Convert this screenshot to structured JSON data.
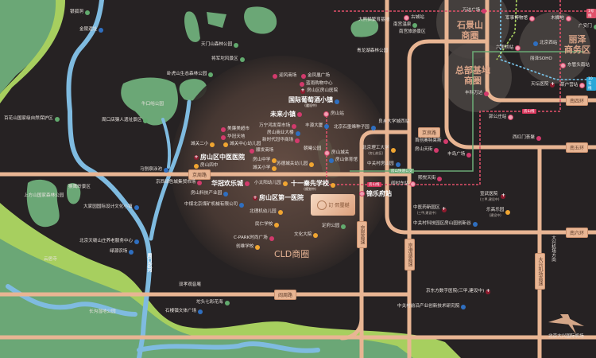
{
  "map": {
    "colors": {
      "background": "#262223",
      "road": "#e8b593",
      "river": "#7fbbe0",
      "green": "#6ba776",
      "light_green": "#a7cf5f",
      "metro_red": "#e0506a",
      "metro_green": "#6aa874",
      "metro_blue": "#79c3e8"
    },
    "zones": [
      {
        "name": "CLD商圈"
      },
      {
        "name": "石景山\n商圈"
      },
      {
        "name": "总部基地\n商圈"
      },
      {
        "name": "丽泽\n商务区"
      }
    ],
    "roads": [
      "京周路",
      "京良路",
      "阎周路",
      "南四环",
      "南五环",
      "南六环",
      "京昆高速",
      "京港澳高速",
      "大兴机场高速"
    ],
    "metro_tags": [
      "1号线",
      "房山线",
      "房山线",
      "房山快速公交",
      "10号线"
    ],
    "river": "周口店河",
    "direction": "大兴机场方向",
    "project_logo": "訂·熙璽樾",
    "pois": [
      {
        "text": "银狐洞",
        "icon": "park"
      },
      {
        "text": "金陵遗址",
        "icon": "office"
      },
      {
        "text": "天门山森林公园",
        "icon": "park"
      },
      {
        "text": "将军坨风景区",
        "icon": "park"
      },
      {
        "text": "卧虎山生态森林公园",
        "icon": "park"
      },
      {
        "text": "周口店猿人遗址景区",
        "icon": "park"
      },
      {
        "text": "牛口峪公园",
        "icon": ""
      },
      {
        "text": "百花山国家级自然保护区",
        "icon": "park"
      },
      {
        "text": "美廉美超市",
        "icon": "shop"
      },
      {
        "text": "华冠天地",
        "icon": "shop"
      },
      {
        "text": "城关二小",
        "icon": "school"
      },
      {
        "text": "城关中心幼儿园",
        "icon": "school"
      },
      {
        "text": "顺发商场",
        "icon": "shop"
      },
      {
        "text": "房山区中医医院",
        "icon": "hospital",
        "bold": true
      },
      {
        "text": "房山中学",
        "icon": "school"
      },
      {
        "text": "房山四中",
        "icon": "school"
      },
      {
        "text": "城关小学",
        "icon": "school"
      },
      {
        "text": "马刨泉泳池",
        "icon": "office"
      },
      {
        "text": "迎风商场",
        "icon": "shop"
      },
      {
        "text": "金凤凰广场",
        "icon": "shop"
      },
      {
        "text": "蓝雨购物中心",
        "icon": "shop"
      },
      {
        "text": "房山区房山医院",
        "icon": "hospital"
      },
      {
        "text": "国际葡萄酒小镇",
        "icon": "office",
        "bold": true,
        "sub": "(建设中)"
      },
      {
        "text": "未来小镇",
        "icon": "shop",
        "bold": true
      },
      {
        "text": "房山站",
        "icon": "metro"
      },
      {
        "text": "万宁鸿发菜市场",
        "icon": "shop"
      },
      {
        "text": "房山商业大楼",
        "icon": "office"
      },
      {
        "text": "新时代冠华商场",
        "icon": "shop"
      },
      {
        "text": "丰源大厦",
        "icon": "office"
      },
      {
        "text": "北京石墨烯种子园",
        "icon": "office"
      },
      {
        "text": "朝曦公园",
        "icon": ""
      },
      {
        "text": "房山城关",
        "icon": "metro"
      },
      {
        "text": "房山体育馆",
        "icon": "office"
      },
      {
        "text": "苏德城关幼儿园",
        "icon": "school"
      },
      {
        "text": "北京理工大学",
        "icon": "school",
        "sub": "(房山校区)"
      },
      {
        "text": "中关村房山园",
        "icon": "office"
      },
      {
        "text": "华冠欢乐城",
        "icon": "shop",
        "bold": true
      },
      {
        "text": "小太阳幼儿园",
        "icon": "school"
      },
      {
        "text": "十一秦先学校",
        "icon": "school",
        "bold": true,
        "sub": "(规划中)"
      },
      {
        "text": "锦乐府站",
        "icon": "metro",
        "bold": true
      },
      {
        "text": "房山科技产业园",
        "icon": "office"
      },
      {
        "text": "房山区第一医院",
        "icon": "hospital",
        "bold": true
      },
      {
        "text": "中煤北京煤矿机械有限公司",
        "icon": "office"
      },
      {
        "text": "北理机幼儿园",
        "icon": "school"
      },
      {
        "text": "民仁学校",
        "icon": "school"
      },
      {
        "text": "定府公园",
        "icon": "park"
      },
      {
        "text": "文化大院",
        "icon": "school"
      },
      {
        "text": "C-PARK时尚广场",
        "icon": "shop"
      },
      {
        "text": "创维学校",
        "icon": "school"
      },
      {
        "text": "大熊猫繁育基地",
        "icon": ""
      },
      {
        "text": "青龙湖森林公园",
        "icon": ""
      },
      {
        "text": "南宫温泉",
        "icon": "park"
      },
      {
        "text": "南宫旅游景区",
        "icon": ""
      },
      {
        "text": "古城站",
        "icon": "metro"
      },
      {
        "text": "万达广场",
        "icon": "shop"
      },
      {
        "text": "丰科万达",
        "icon": "shop"
      },
      {
        "text": "北京西站",
        "icon": "office"
      },
      {
        "text": "丽泽SOHO",
        "icon": ""
      },
      {
        "text": "东管头南站",
        "icon": "metro"
      },
      {
        "text": "六里桥站",
        "icon": "metro"
      },
      {
        "text": "军事博物馆",
        "icon": "metro"
      },
      {
        "text": "木樨地",
        "icon": "metro"
      },
      {
        "text": "广安门",
        "icon": "park"
      },
      {
        "text": "天坛医院",
        "icon": "hospital"
      },
      {
        "text": "菜户营站",
        "icon": "metro"
      },
      {
        "text": "郭公庄站",
        "icon": "metro"
      },
      {
        "text": "西红门荟聚",
        "icon": "shop"
      },
      {
        "text": "首创奥特莱斯",
        "icon": "shop"
      },
      {
        "text": "房山天街",
        "icon": "shop"
      },
      {
        "text": "丰岛广场",
        "icon": "shop"
      },
      {
        "text": "熙悦天街",
        "icon": "shop"
      },
      {
        "text": "良乡大学城西站",
        "icon": ""
      },
      {
        "text": "阎村东站",
        "icon": "metro"
      },
      {
        "text": "中医药新园区",
        "icon": "hospital",
        "sub": "(三甲,建设中)"
      },
      {
        "text": "宣武医院",
        "icon": "hospital",
        "sub": "(三甲,建设中)"
      },
      {
        "text": "中关村科技园区房山园创新谷",
        "icon": "office"
      },
      {
        "text": "乐高乐园",
        "icon": "school",
        "sub": "(建设中)"
      },
      {
        "text": "中关村前沿产业创新技术研究院",
        "icon": "office"
      },
      {
        "text": "京东方数字医院(三甲,建设中)",
        "icon": "hospital"
      },
      {
        "text": "北京大兴国际机场",
        "icon": ""
      },
      {
        "text": "京西绿色城集贸市场",
        "icon": "shop"
      },
      {
        "text": "上方山国家森林公园",
        "icon": ""
      },
      {
        "text": "猴鹰岭景区",
        "icon": ""
      },
      {
        "text": "大家园国际设计文化小镇",
        "icon": "office"
      },
      {
        "text": "北京天赣山庄养老服务中心",
        "icon": "office"
      },
      {
        "text": "绿源农场",
        "icon": "office"
      },
      {
        "text": "云居寺",
        "icon": ""
      },
      {
        "text": "双孝观音庵",
        "icon": ""
      },
      {
        "text": "坨头七彩花海",
        "icon": "park"
      },
      {
        "text": "石楼镇文体广场",
        "icon": "office"
      },
      {
        "text": "长沟湿地公园",
        "icon": ""
      }
    ]
  }
}
